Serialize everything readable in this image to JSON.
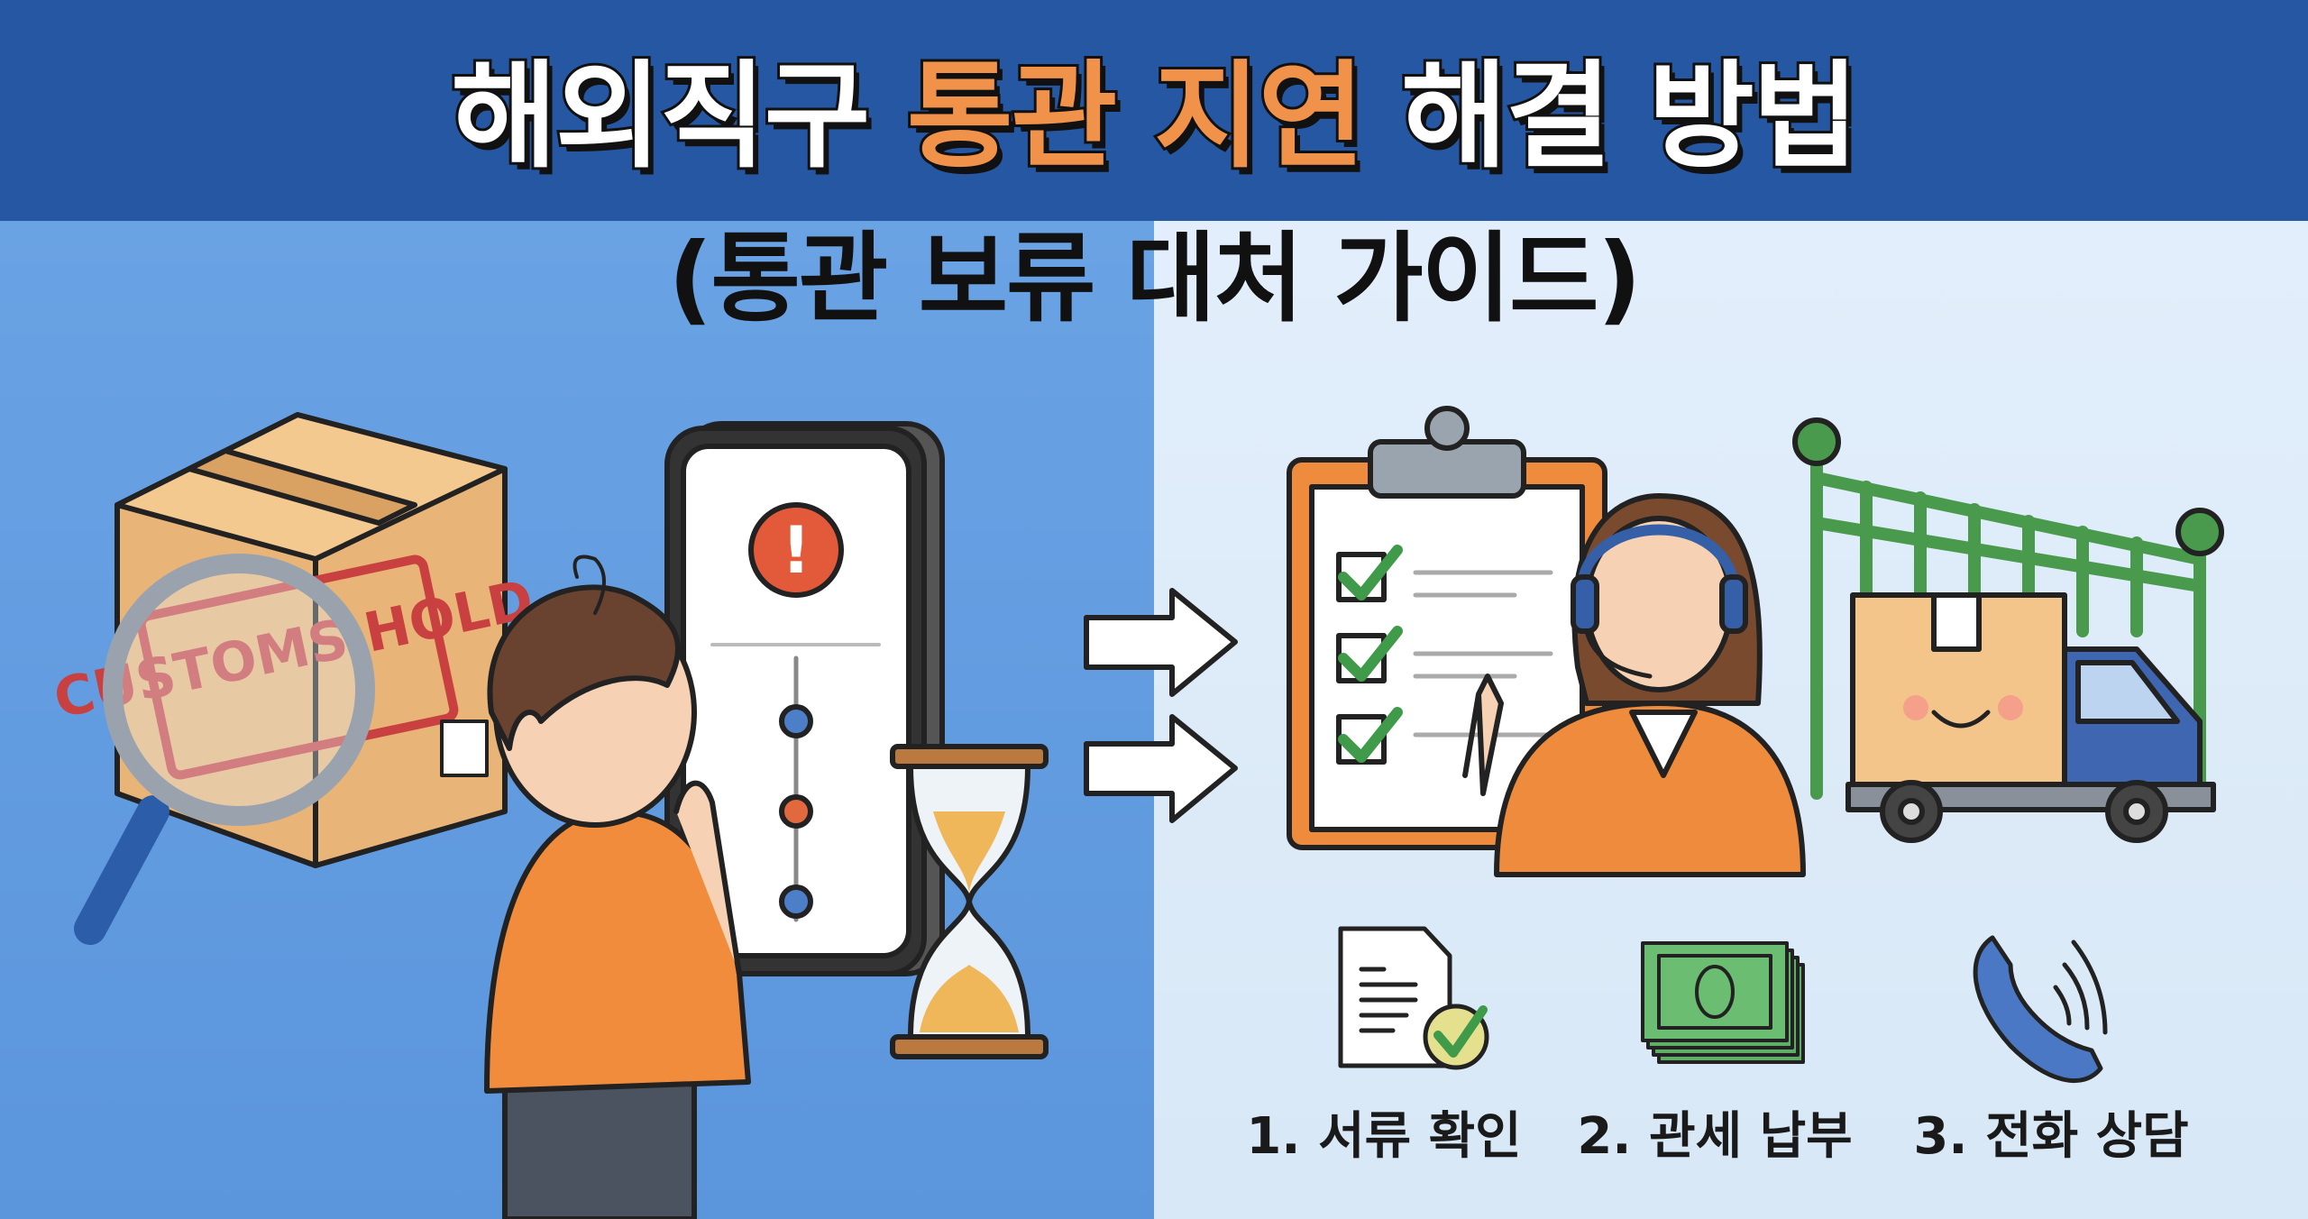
{
  "header": {
    "title_prefix": "해외직구",
    "title_highlight": "통관 지연",
    "title_suffix": "해결 방법",
    "subtitle": "(통관 보류 대처 가이드)"
  },
  "illustration": {
    "stamp_text": "CUSTOMS HOLD"
  },
  "steps": [
    {
      "label": "1. 서류 확인",
      "icon": "document-check-icon"
    },
    {
      "label": "2. 관세 납부",
      "icon": "cash-stack-icon"
    },
    {
      "label": "3. 전화 상담",
      "icon": "phone-icon"
    }
  ],
  "colors": {
    "header_bg": "#2657a2",
    "accent_orange": "#f0924a",
    "left_bg": "#5b95dc",
    "right_bg": "#dcebf8",
    "check_green": "#3f9a4a"
  }
}
